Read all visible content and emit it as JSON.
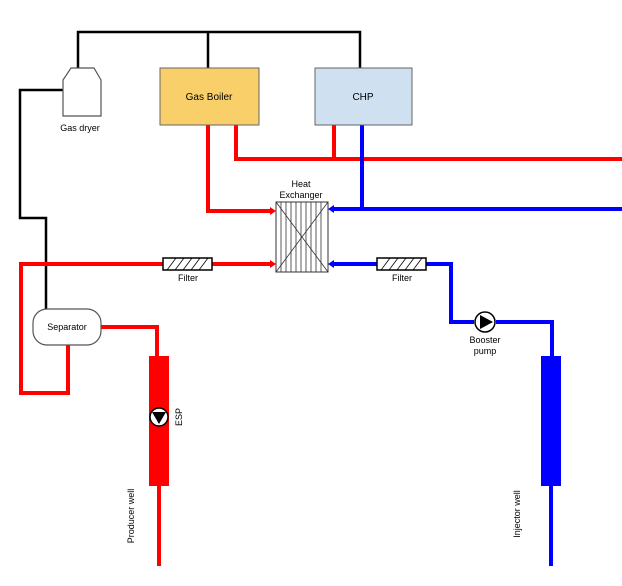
{
  "labels": {
    "gas_dryer": "Gas dryer",
    "gas_boiler": "Gas Boiler",
    "chp": "CHP",
    "heat_exchanger_line1": "Heat",
    "heat_exchanger_line2": "Exchanger",
    "filter_left": "Filter",
    "filter_right": "Filter",
    "separator": "Separator",
    "booster_line1": "Booster",
    "booster_line2": "pump",
    "esp": "ESP",
    "producer_well": "Producer well",
    "injector_well": "Injector well"
  },
  "colors": {
    "hot": "#ff0000",
    "cold": "#0000ff",
    "gas": "#000000",
    "boiler_fill": "#f9cf6a",
    "chp_fill": "#cfe0f1"
  }
}
